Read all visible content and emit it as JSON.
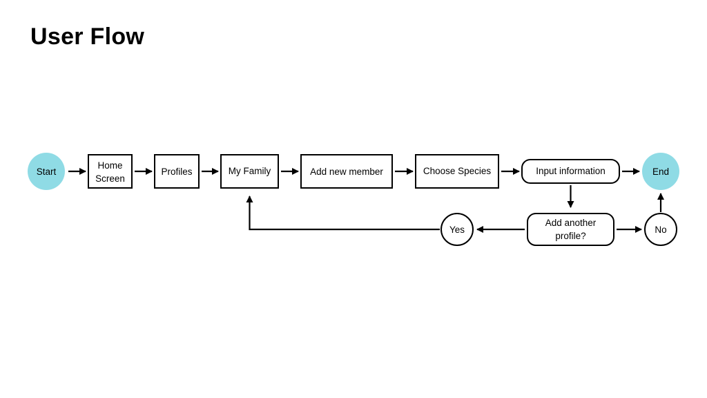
{
  "title": "User Flow",
  "colors": {
    "terminal_fill": "#8fdbe5",
    "stroke": "#000000",
    "background": "#ffffff"
  },
  "nodes": {
    "start": "Start",
    "home_screen": [
      "Home",
      "Screen"
    ],
    "profiles": "Profiles",
    "my_family": "My Family",
    "add_new_member": "Add new member",
    "choose_species": "Choose Species",
    "input_information": "Input information",
    "end": "End",
    "add_another_profile": [
      "Add another",
      "profile?"
    ],
    "yes": "Yes",
    "no": "No"
  }
}
